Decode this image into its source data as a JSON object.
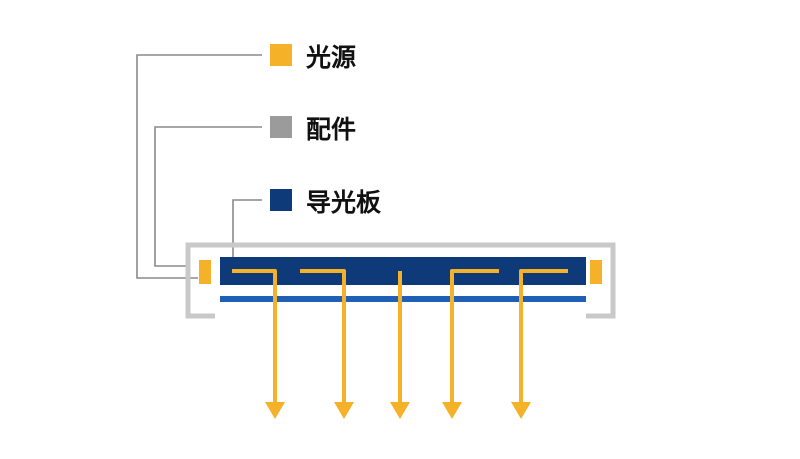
{
  "legend": [
    {
      "label": "光源",
      "color": "#F5B127"
    },
    {
      "label": "配件",
      "color": "#9B9B9B"
    },
    {
      "label": "导光板",
      "color": "#0E3A7A"
    }
  ],
  "colors": {
    "light": "#F5B127",
    "frame": "#C9C9C9",
    "plate": "#0E3A7A",
    "reflector": "#1F5FB5",
    "leader": "#8A8A8A"
  },
  "light_rays": {
    "count": 5,
    "direction": "downward"
  }
}
